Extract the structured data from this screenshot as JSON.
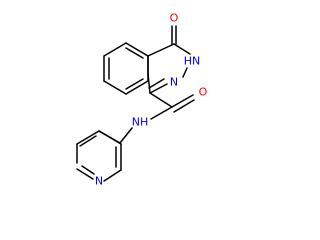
{
  "molecule": {
    "colors": {
      "bond": "#000000",
      "oxygen": "#ff0000",
      "nitrogen": "#0000ff",
      "background": "#ffffff"
    },
    "atoms": {
      "o_carbonyl_top": "O",
      "nh_ring": "HN",
      "n_ring": "N",
      "o_amide": "O",
      "nh_amide": "NH",
      "n_pyridine": "N"
    }
  }
}
